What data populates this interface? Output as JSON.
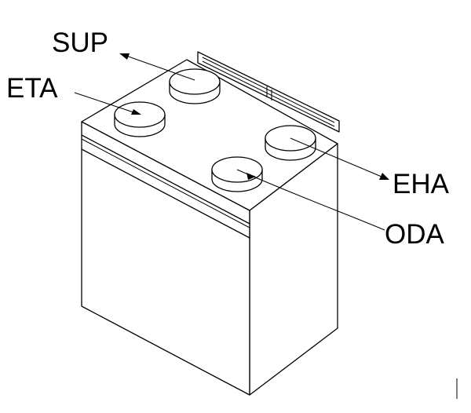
{
  "labels": {
    "sup": "SUP",
    "eta": "ETA",
    "eha": "EHA",
    "oda": "ODA"
  }
}
